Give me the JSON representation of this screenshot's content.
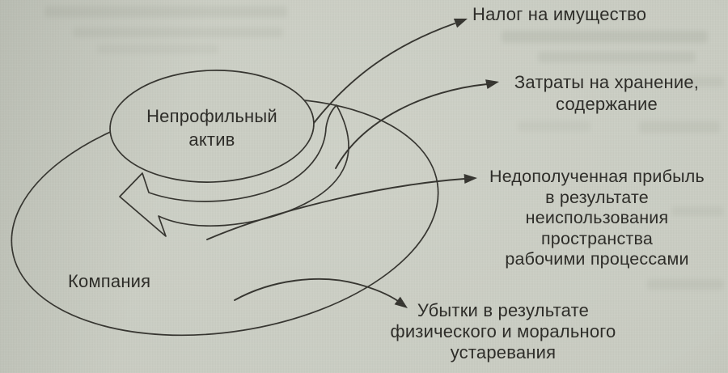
{
  "page": {
    "paper_color": "#c9ccc2",
    "ink_color": "#35342f",
    "text_color": "#2c2b27"
  },
  "diagram": {
    "company": {
      "label": "Компания"
    },
    "asset": {
      "line1": "Непрофильный",
      "line2": "актив"
    },
    "cycle_arrow_meaning": "cycle-arrow",
    "costs": [
      {
        "id": "property-tax",
        "lines": [
          "Налог на имущество"
        ]
      },
      {
        "id": "storage-maintenance",
        "lines": [
          "Затраты на хранение,",
          "содержание"
        ]
      },
      {
        "id": "lost-profit",
        "lines": [
          "Недополученная прибыль",
          "в результате",
          "неиспользования",
          "пространства",
          "рабочими процессами"
        ]
      },
      {
        "id": "obsolescence-losses",
        "lines": [
          "Убытки в результате",
          "физического и морального",
          "устаревания"
        ]
      }
    ]
  }
}
